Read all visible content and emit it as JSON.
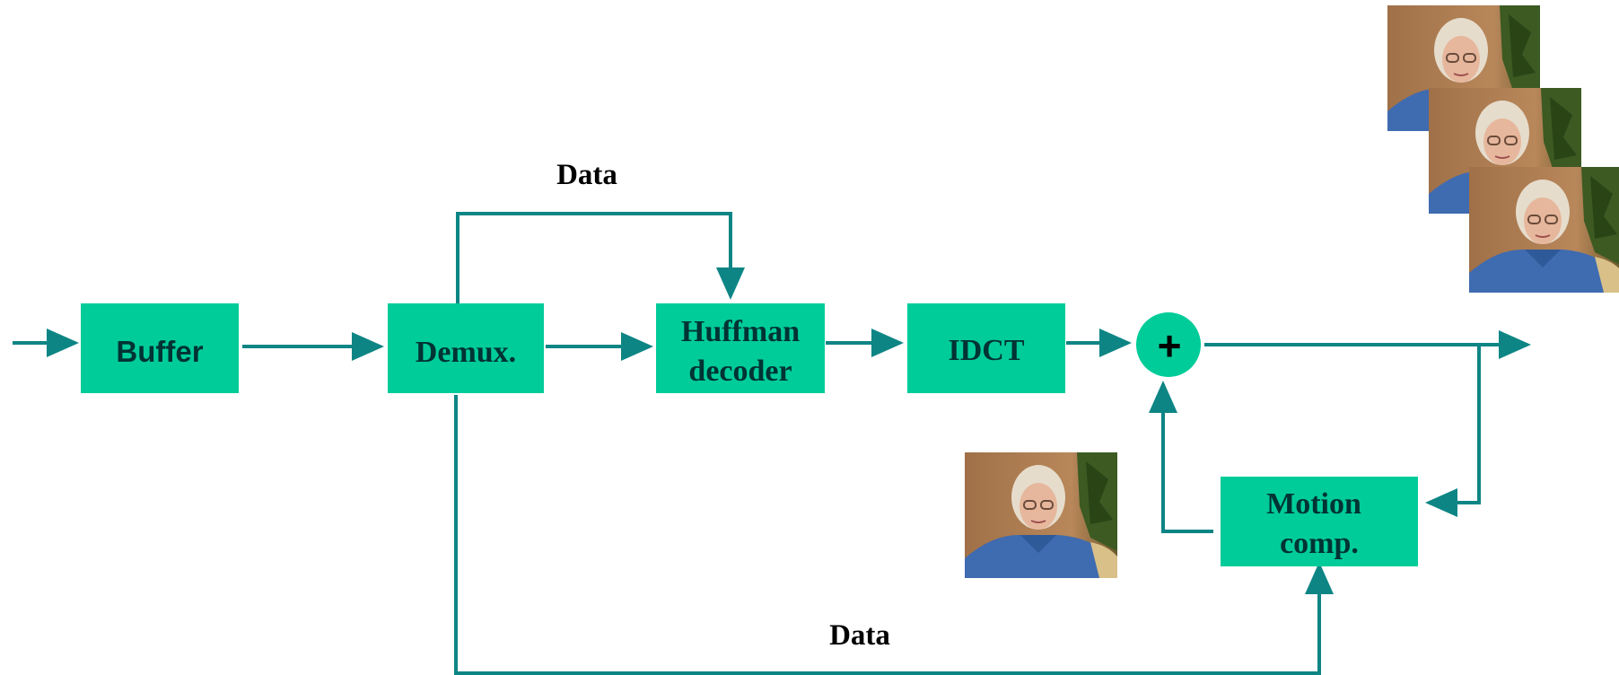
{
  "colors": {
    "block_fill": "#00cc99",
    "line": "#0e8585",
    "text": "#003333"
  },
  "blocks": {
    "buffer": "Buffer",
    "demux": "Demux.",
    "huffman_line1": "Huffman",
    "huffman_line2": "decoder",
    "idct": "IDCT",
    "motion_line1": "Motion",
    "motion_line2": "comp."
  },
  "adder": {
    "symbol": "+"
  },
  "labels": {
    "top_data": "Data",
    "bottom_data": "Data"
  },
  "images": {
    "reference_frame": "portrait-photo",
    "output_frames": [
      "portrait-photo",
      "portrait-photo",
      "portrait-photo"
    ]
  }
}
